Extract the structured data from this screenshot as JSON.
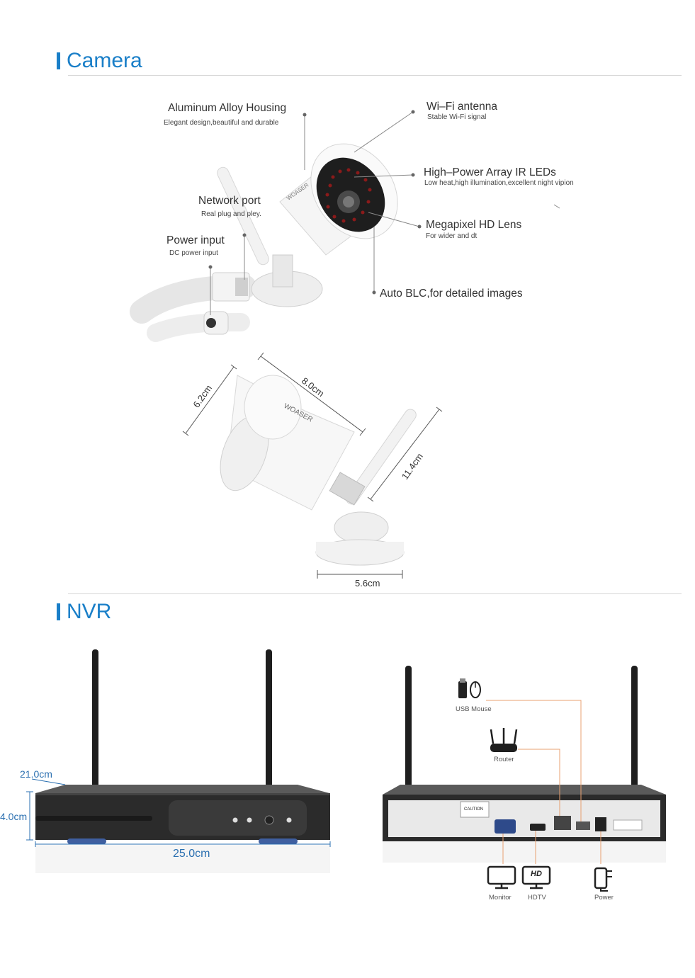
{
  "camera_section": {
    "title": "Camera",
    "callouts": {
      "housing_title": "Aluminum Alloy Housing",
      "housing_sub": "Elegant design,beautiful and durable",
      "antenna_title": "Wi–Fi antenna",
      "antenna_sub": "Stable Wi-Fi signal",
      "ir_title": "High–Power Array IR LEDs",
      "ir_sub": "Low heat,high illumination,excellent night vipion",
      "network_title": "Network port",
      "network_sub": "Real plug and pley.",
      "lens_title": "Megapixel HD Lens",
      "lens_sub": "For wider and dt",
      "power_title": "Power input",
      "power_sub": "DC power input",
      "blc_title": "Auto BLC,for detailed images"
    },
    "brand": "WOASER",
    "dimensions": {
      "d1": "6.2cm",
      "d2": "8.0cm",
      "d3": "11.4cm",
      "d4": "5.6cm"
    }
  },
  "nvr_section": {
    "title": "NVR",
    "dimensions": {
      "depth": "21.0cm",
      "height": "4.0cm",
      "width": "25.0cm"
    },
    "rear_labels": {
      "usb_mouse": "USB Mouse",
      "router": "Router",
      "monitor": "Monitor",
      "hdtv": "HDTV",
      "power": "Power",
      "hd_badge": "HD",
      "caution": "CAUTION"
    }
  },
  "colors": {
    "accent": "#1a7fc8",
    "callout_line": "#888888",
    "connector_line": "#e8a070"
  }
}
